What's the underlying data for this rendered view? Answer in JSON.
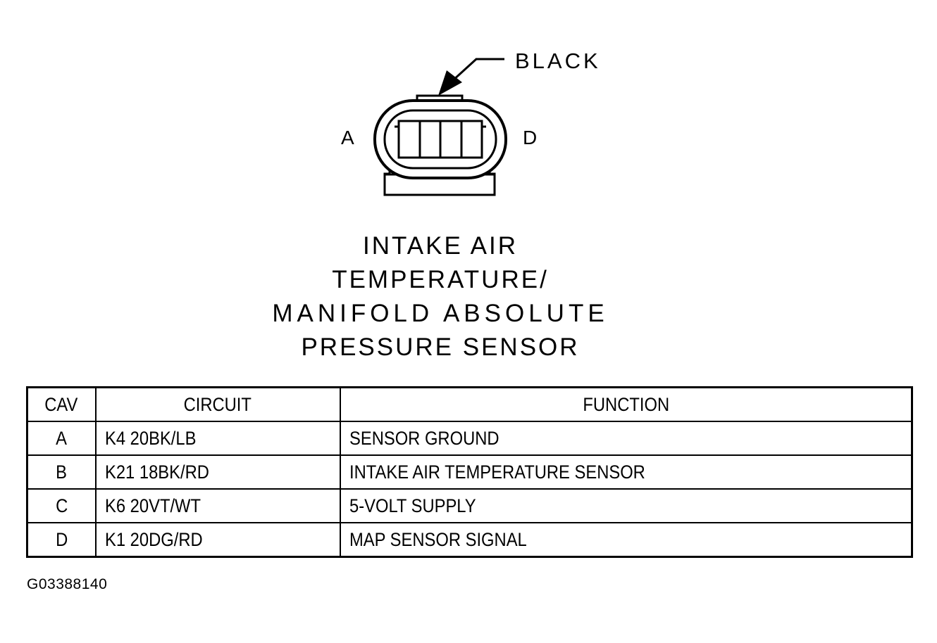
{
  "connector": {
    "color_label": "BLACK",
    "pin_left_label": "A",
    "pin_right_label": "D"
  },
  "title_lines": [
    "INTAKE AIR",
    "TEMPERATURE/",
    "MANIFOLD ABSOLUTE",
    "PRESSURE SENSOR"
  ],
  "pin_table": {
    "headers": [
      "CAV",
      "CIRCUIT",
      "FUNCTION"
    ],
    "rows": [
      {
        "cav": "A",
        "circuit": "K4 20BK/LB",
        "function": "SENSOR GROUND"
      },
      {
        "cav": "B",
        "circuit": "K21 18BK/RD",
        "function": "INTAKE AIR TEMPERATURE SENSOR"
      },
      {
        "cav": "C",
        "circuit": "K6 20VT/WT",
        "function": "5-VOLT SUPPLY"
      },
      {
        "cav": "D",
        "circuit": "K1 20DG/RD",
        "function": "MAP SENSOR SIGNAL"
      }
    ]
  },
  "figure_id": "G03388140"
}
